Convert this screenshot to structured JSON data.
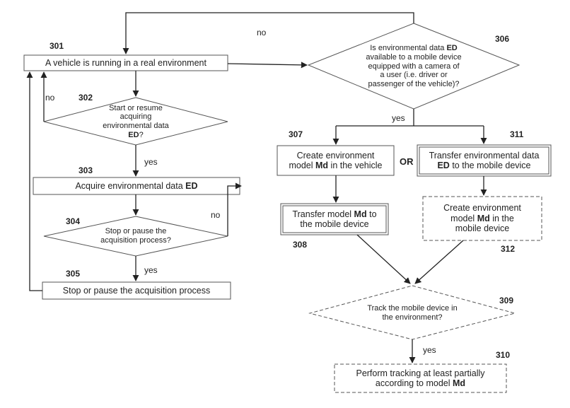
{
  "steps": {
    "s301": {
      "number": "301",
      "text": "A vehicle is running in a real environment"
    },
    "s302": {
      "number": "302",
      "l1": "Start or resume",
      "l2": "acquiring",
      "l3": "environmental data",
      "l4_bold": "ED",
      "l4_rest": "?"
    },
    "s303": {
      "number": "303",
      "text": "Acquire environmental data ",
      "bold": "ED"
    },
    "s304": {
      "number": "304",
      "l1": "Stop or pause  the",
      "l2": "acquisition process?"
    },
    "s305": {
      "number": "305",
      "text": "Stop or pause the acquisition process"
    },
    "s306": {
      "number": "306",
      "l1a": "Is environmental data ",
      "l1b": "ED",
      "l2": "available to a mobile device",
      "l3": "equipped with a camera of",
      "l4": "a user (i.e. driver or",
      "l5": "passenger of the vehicle)?"
    },
    "s307": {
      "number": "307",
      "l1": "Create environment",
      "l2a": "model ",
      "l2b": "Md",
      "l2c": " in the vehicle"
    },
    "s308": {
      "number": "308",
      "l1a": "Transfer model ",
      "l1b": "Md",
      "l1c": " to",
      "l2": "the mobile device"
    },
    "s309": {
      "number": "309",
      "l1": "Track the mobile device in",
      "l2": "the environment?"
    },
    "s310": {
      "number": "310",
      "l1": "Perform tracking at least partially",
      "l2a": "according to model ",
      "l2b": "Md"
    },
    "s311": {
      "number": "311",
      "l1": "Transfer environmental data",
      "l2a": "ED",
      "l2b": " to the mobile device"
    },
    "s312": {
      "number": "312",
      "l1": "Create environment",
      "l2a": "model ",
      "l2b": "Md",
      "l2c": " in the",
      "l3": "mobile device"
    }
  },
  "edges": {
    "no_top": "no",
    "no_302": "no",
    "yes_302": "yes",
    "no_304": "no",
    "yes_304": "yes",
    "yes_306": "yes",
    "yes_309": "yes"
  },
  "or_label": "OR",
  "colors": {
    "line": "#222222",
    "box_border": "#555555",
    "background": "#ffffff"
  }
}
